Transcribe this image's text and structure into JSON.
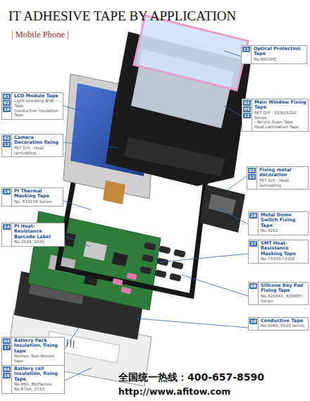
{
  "diagram": {
    "title": "IT ADHESIVE TAPE BY APPLICATION",
    "nodes": [
      {
        "text": [
          "11",
          "Optical Protection Tape",
          "No.8003HC"
        ]
      },
      {
        "text": [
          "01",
          "02",
          "10",
          "LCD Module Tape",
          "Light shielding B/W Tape",
          "Conductive insulation Tape"
        ]
      },
      {
        "text": [
          "02",
          "05",
          "12",
          "Main Window Fixing Tape",
          "PET D/S : 5230/5250 Series",
          "- Acrylic foam Tape",
          "Heat Lamination Tape"
        ]
      },
      {
        "text": [
          "02",
          "12",
          "Camera Decoration fixing",
          "PET D/S · Heat laminating"
        ]
      },
      {
        "text": [
          "02",
          "12",
          "Fixing metal decoration",
          "PET D/S · Heat laminating"
        ]
      },
      {
        "text": [
          "19",
          "PI Thermal Masking Tape",
          "No. 8331SR Series"
        ]
      },
      {
        "text": [
          "24",
          "PI Heat-Resistance Barcode Label",
          "No.2034, 2035"
        ]
      },
      {
        "text": [
          "26",
          "Metal Dome Switch Fixing Tape",
          "No.4252"
        ]
      },
      {
        "text": [
          "27",
          "SMT Heat-Resistance Masking Tape",
          "No.7333S/7331K"
        ]
      },
      {
        "text": [
          "09",
          "Silicone Key Pad Fixing Tape",
          "No.4258AS, 4256EH Series"
        ]
      },
      {
        "text": [
          "10",
          "Conductive Tape",
          "No.3060, 5020 Series"
        ]
      },
      {
        "text": [
          "04",
          "17",
          "Battery Pack Insulation, fixing tape",
          "Nomex, Non-Woven tape"
        ]
      },
      {
        "text": [
          "04",
          "16",
          "Battery cell Insulation, fixing Tape",
          "No.860, 862Series",
          "No.870A, 3733"
        ]
      }
    ],
    "labels": [
      "| Mobile Phone |",
      "全国统一热线：400-657-8590",
      "http://www.afitow.com"
    ]
  }
}
